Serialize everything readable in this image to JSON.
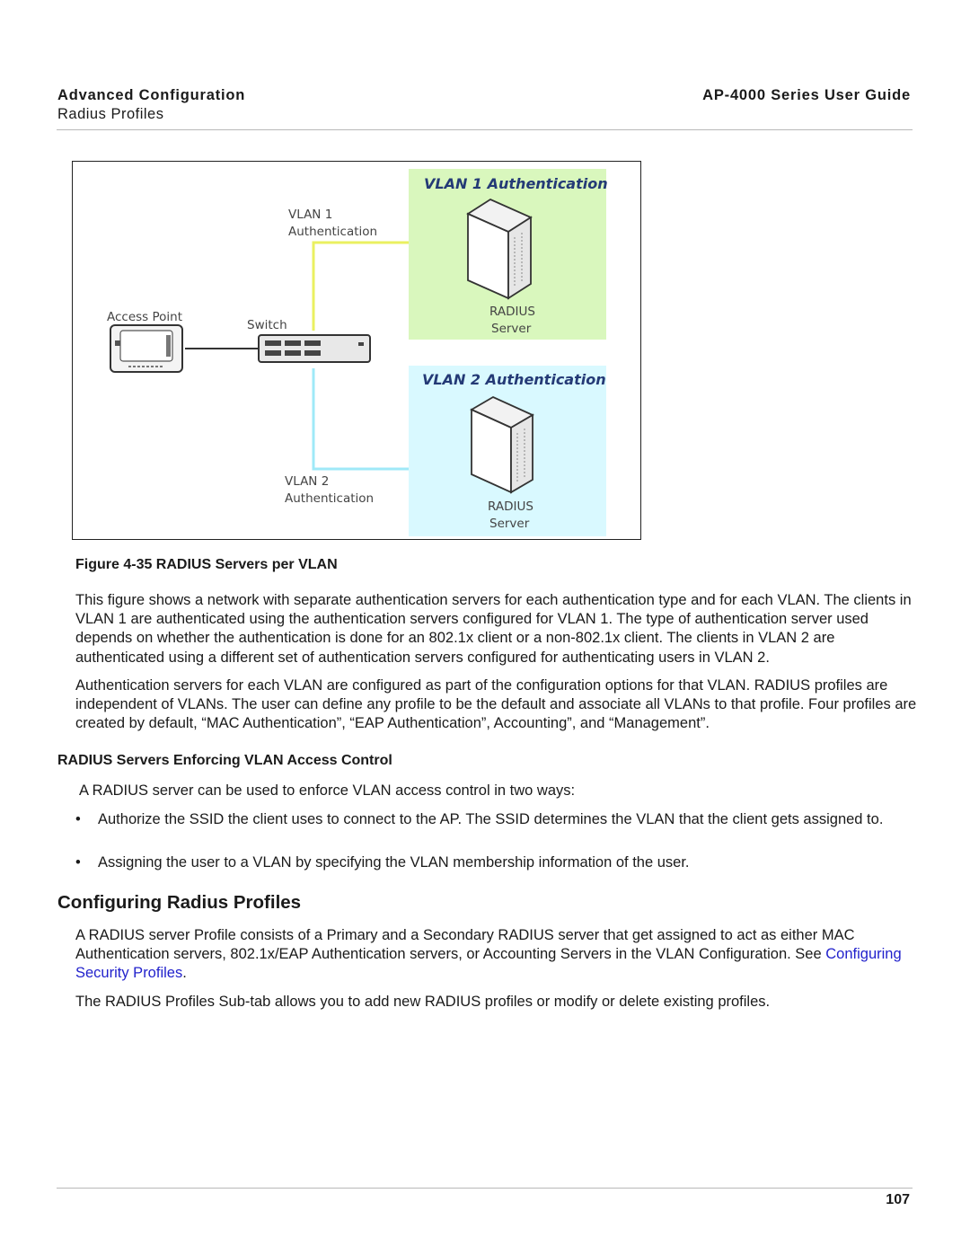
{
  "header": {
    "section": "Advanced Configuration",
    "guide_title": "AP-4000 Series User Guide",
    "subsection": "Radius Profiles"
  },
  "figure": {
    "vlan1_title": "VLAN 1 Authentication",
    "vlan2_title": "VLAN 2 Authentication",
    "vlan1_label_line1": "VLAN 1",
    "vlan1_label_line2": "Authentication",
    "vlan2_label_line1": "VLAN 2",
    "vlan2_label_line2": "Authentication",
    "access_point_label": "Access Point",
    "switch_label": "Switch",
    "server1_line1": "RADIUS",
    "server1_line2": "Server",
    "server2_line1": "RADIUS",
    "server2_line2": "Server",
    "colors": {
      "vlan1_panel": "#d9f7bd",
      "vlan2_panel": "#d9f9ff",
      "vlan1_link": "#eaf060",
      "vlan2_link": "#9fe9f8",
      "ap_link": "#333333"
    }
  },
  "caption": "Figure 4-35 RADIUS Servers per VLAN",
  "paragraphs": {
    "p1": "This figure shows a network with separate authentication servers for each authentication type and for each VLAN. The clients in VLAN 1 are authenticated using the authentication servers configured for VLAN 1. The type of authentication server used depends on whether the authentication is done for an 802.1x client or a non-802.1x client. The clients in VLAN 2 are authenticated using a different set of authentication servers configured for authenticating users in VLAN 2.",
    "p2": "Authentication servers for each VLAN are configured as part of the configuration options for that VLAN. RADIUS profiles are independent of VLANs. The user can define any profile to be the default and associate all VLANs to that profile. Four profiles are created by default, “MAC Authentication”, “EAP Authentication”, Accounting”, and “Management”."
  },
  "subheading": "RADIUS Servers Enforcing VLAN Access Control",
  "intro": "A RADIUS server can be used to enforce VLAN access control in two ways:",
  "bullets": [
    "Authorize the SSID the client uses to connect to the AP. The SSID determines the VLAN that the client gets assigned to.",
    "Assigning the user to a VLAN by specifying the VLAN membership information of the user."
  ],
  "bullet_symbol": "•",
  "section_title": "Configuring Radius Profiles",
  "section_p1_text": "A RADIUS server Profile consists of a Primary and a Secondary RADIUS server that get assigned to act as either MAC Authentication servers, 802.1x/EAP Authentication servers, or Accounting Servers in the VLAN Configuration. See ",
  "section_p1_link": "Configuring Security Profiles",
  "section_p1_end": ".",
  "section_p2": "The RADIUS Profiles Sub-tab allows you to add new RADIUS profiles or modify or delete existing profiles.",
  "page_number": "107"
}
